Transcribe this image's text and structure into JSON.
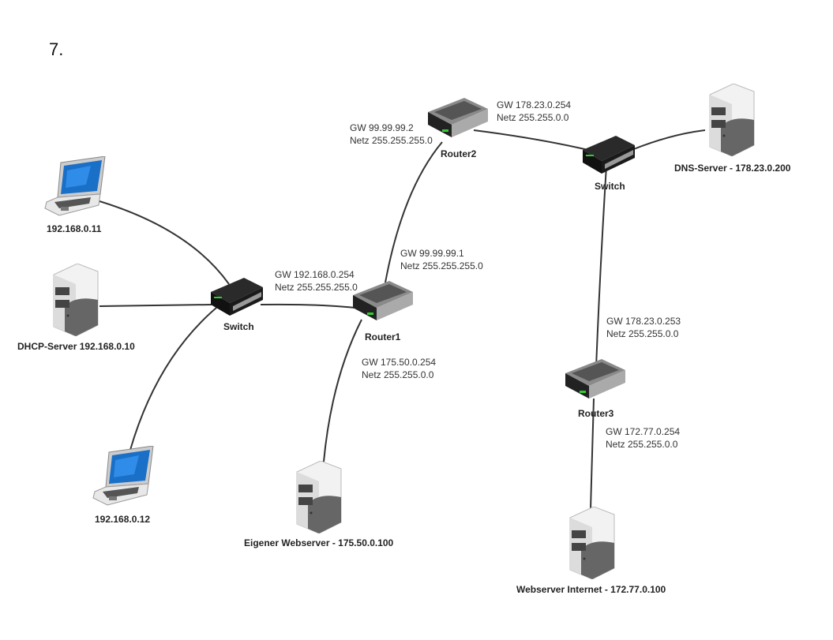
{
  "heading": "7.",
  "devices": {
    "laptop1": {
      "label": "192.168.0.11"
    },
    "dhcp": {
      "label": "DHCP-Server 192.168.0.10"
    },
    "laptop2": {
      "label": "192.168.0.12"
    },
    "switch1": {
      "label": "Switch"
    },
    "router1": {
      "label": "Router1"
    },
    "router2": {
      "label": "Router2"
    },
    "switch2": {
      "label": "Switch"
    },
    "dns": {
      "label": "DNS-Server - 178.23.0.200"
    },
    "router3": {
      "label": "Router3"
    },
    "own_web": {
      "label": "Eigener Webserver - 175.50.0.100"
    },
    "inet_web": {
      "label": "Webserver Internet - 172.77.0.100"
    }
  },
  "annotations": {
    "r1_lan": {
      "gw": "GW  192.168.0.254",
      "netz": "Netz 255.255.255.0"
    },
    "r1_wan": {
      "gw": "GW  99.99.99.1",
      "netz": "Netz 255.255.255.0"
    },
    "r1_web": {
      "gw": "GW 175.50.0.254",
      "netz": "Netz 255.255.0.0"
    },
    "r2_wan": {
      "gw": "GW  99.99.99.2",
      "netz": "Netz 255.255.255.0"
    },
    "r2_dns": {
      "gw": "GW  178.23.0.254",
      "netz": "Netz 255.255.0.0"
    },
    "r3_up": {
      "gw": "GW  178.23.0.253",
      "netz": "Netz 255.255.0.0"
    },
    "r3_down": {
      "gw": "GW  172.77.0.254",
      "netz": "Netz 255.255.0.0"
    }
  }
}
